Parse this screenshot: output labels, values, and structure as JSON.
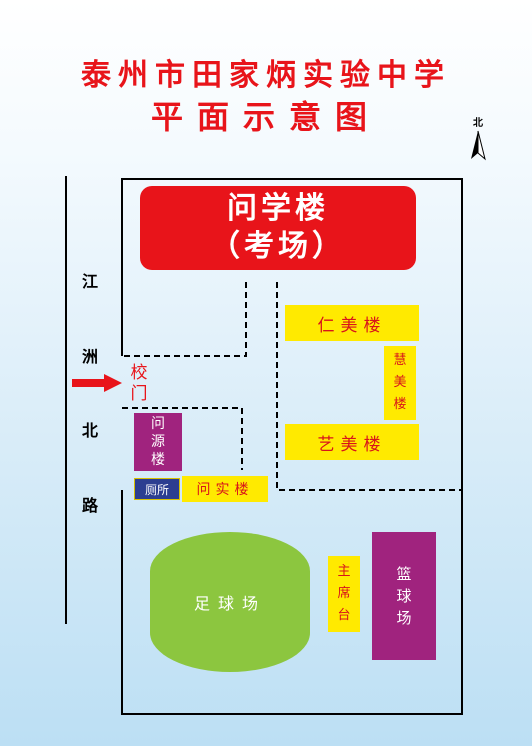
{
  "title": "泰州市田家炳实验中学",
  "subtitle": "平面示意图",
  "compass": "北",
  "road": [
    "江",
    "洲",
    "北",
    "路"
  ],
  "gate": [
    "校",
    "门"
  ],
  "buildings": {
    "wenxue": [
      "问学楼",
      "（考场）"
    ],
    "renmei": "仁美楼",
    "huimei": [
      "慧",
      "美",
      "楼"
    ],
    "yimei": "艺美楼",
    "wenyuan": [
      "问",
      "源",
      "楼"
    ],
    "wenshi": "问实楼",
    "toilet": "厕所",
    "football": "足球场",
    "stand": [
      "主",
      "席",
      "台"
    ],
    "basketball": [
      "篮",
      "球",
      "场"
    ]
  },
  "colors": {
    "title": "#e8141a",
    "exam_building": "#e8141a",
    "yellow_building": "#ffea00",
    "purple_building": "#a0237e",
    "football": "#8cc63f",
    "toilet": "#2c3e91",
    "arrow": "#e8141a"
  }
}
